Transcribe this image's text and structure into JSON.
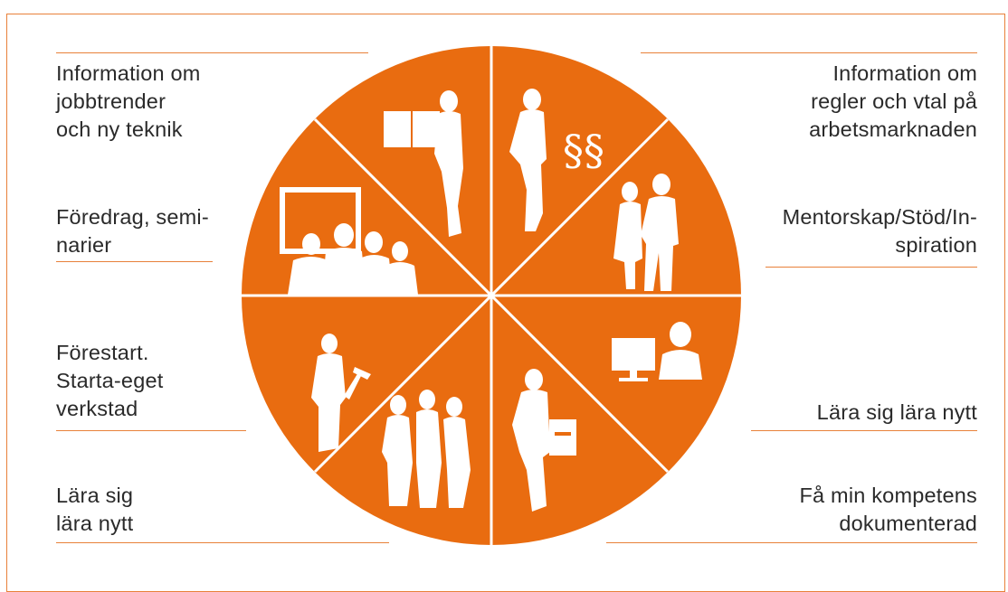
{
  "colors": {
    "accent": "#e8813a",
    "wheel": "#e96c10",
    "figure": "#ffffff",
    "text": "#2a2a2a"
  },
  "segments": [
    {
      "id": "jobbtrender",
      "lines": [
        "Information om",
        "jobbtrender",
        "och ny teknik"
      ],
      "icon": "person-with-book-icon"
    },
    {
      "id": "regler",
      "lines": [
        "Information om",
        "regler och vtal på",
        "arbetsmarknaden"
      ],
      "icon": "person-with-paragraph-icon",
      "glyph": "§§"
    },
    {
      "id": "foredrag",
      "lines": [
        "Föredrag, semi-",
        "narier"
      ],
      "icon": "audience-with-board-icon"
    },
    {
      "id": "mentorskap",
      "lines": [
        "Mentorskap/Stöd/In-",
        "spiration"
      ],
      "icon": "mentor-pair-icon"
    },
    {
      "id": "forestart",
      "lines": [
        "Förestart.",
        "Starta-eget",
        "verkstad"
      ],
      "icon": "worker-with-hammer-icon"
    },
    {
      "id": "lara-right",
      "lines": [
        "Lära sig lära  nytt"
      ],
      "icon": "person-at-computer-icon"
    },
    {
      "id": "lara-left",
      "lines": [
        "Lära sig",
        "lära nytt"
      ],
      "icon": "group-walking-icon"
    },
    {
      "id": "kompetens",
      "lines": [
        "Få min kompetens",
        "dokumenterad"
      ],
      "icon": "person-with-document-icon"
    }
  ]
}
